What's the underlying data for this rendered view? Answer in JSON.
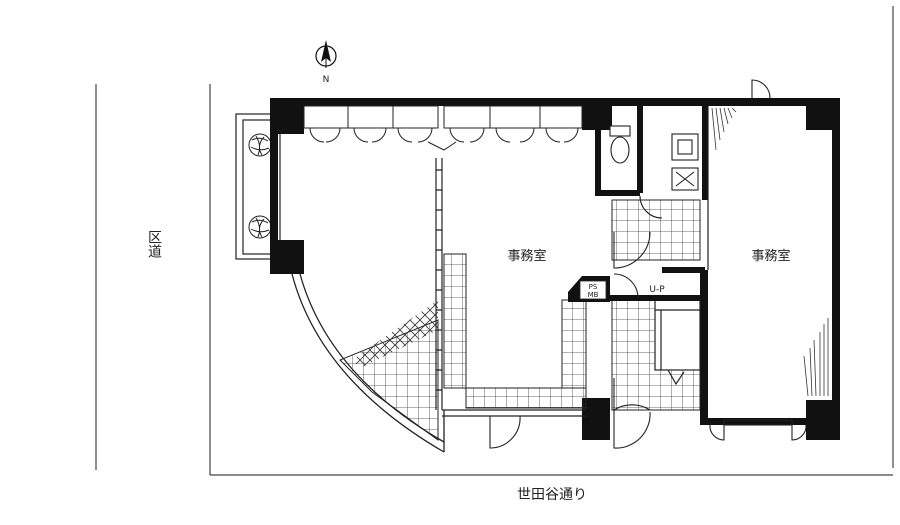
{
  "compass": {
    "label": "N",
    "icon": "north-arrow-icon"
  },
  "rooms": {
    "office_left": "事務室",
    "office_right": "事務室",
    "ps": "PS",
    "mb": "MB"
  },
  "stairs": {
    "label": "U-P"
  },
  "roads": {
    "side": "区道",
    "front": "世田谷通り"
  },
  "colors": {
    "wall": "#111111",
    "line": "#222222",
    "background": "#ffffff"
  }
}
